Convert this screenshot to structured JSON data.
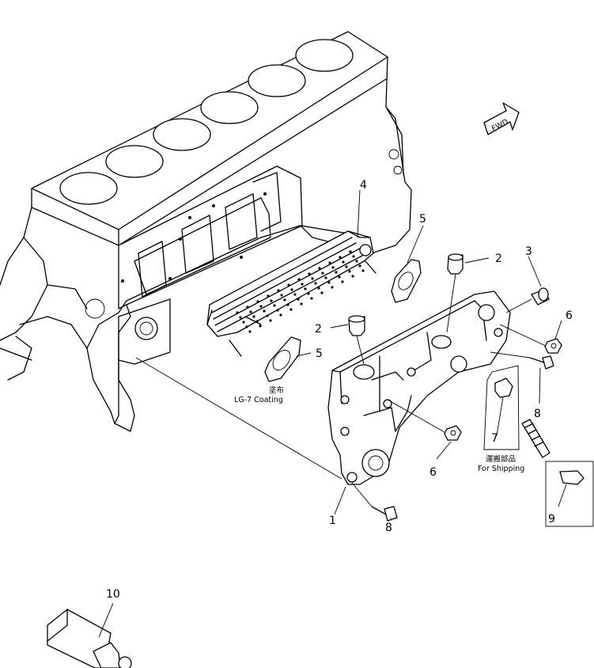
{
  "callouts": [
    {
      "id": "c1",
      "text": "1"
    },
    {
      "id": "c2a",
      "text": "2"
    },
    {
      "id": "c2b",
      "text": "2"
    },
    {
      "id": "c3",
      "text": "3"
    },
    {
      "id": "c4",
      "text": "4"
    },
    {
      "id": "c5a",
      "text": "5"
    },
    {
      "id": "c5b",
      "text": "5"
    },
    {
      "id": "c6a",
      "text": "6"
    },
    {
      "id": "c6b",
      "text": "6"
    },
    {
      "id": "c7",
      "text": "7"
    },
    {
      "id": "c8a",
      "text": "8"
    },
    {
      "id": "c8b",
      "text": "8"
    },
    {
      "id": "c9",
      "text": "9"
    },
    {
      "id": "c10",
      "text": "10"
    }
  ],
  "notes": {
    "coating_jp": "塗布",
    "coating_en": "LG-7 Coating",
    "shipping_jp": "運搬部品",
    "shipping_en": "For Shipping",
    "fwd": "FWD"
  }
}
